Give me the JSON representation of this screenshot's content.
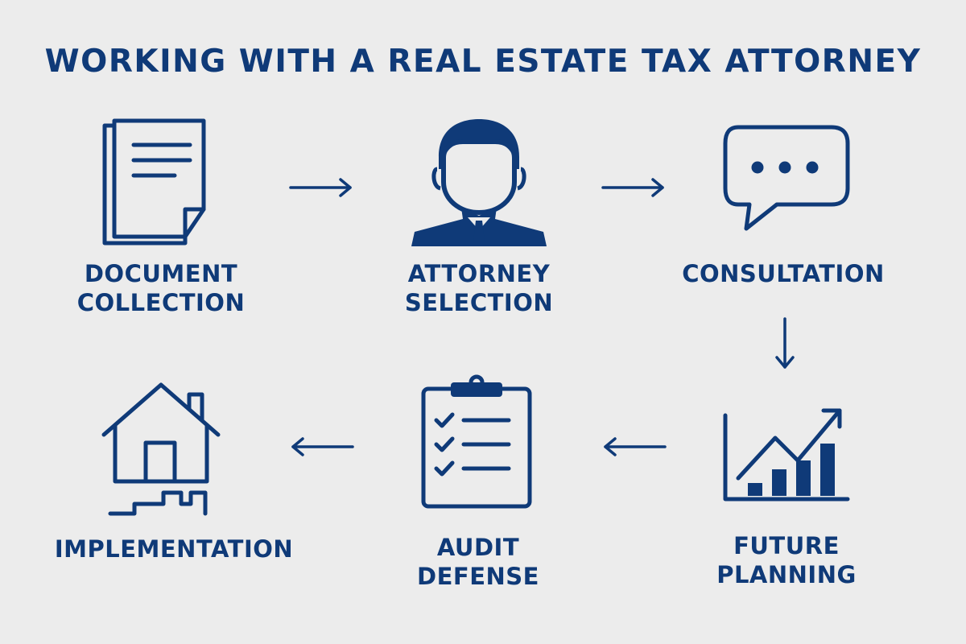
{
  "title": "WORKING WITH A REAL ESTATE TAX ATTORNEY",
  "colors": {
    "primary": "#0f3a78",
    "background": "#ececec"
  },
  "steps": [
    {
      "id": "document-collection",
      "icon": "documents-icon",
      "label_lines": [
        "DOCUMENT",
        "COLLECTION"
      ]
    },
    {
      "id": "attorney-selection",
      "icon": "attorney-person-icon",
      "label_lines": [
        "ATTORNEY",
        "SELECTION"
      ]
    },
    {
      "id": "consultation",
      "icon": "chat-bubble-icon",
      "label_lines": [
        "CONSULTATION"
      ]
    },
    {
      "id": "future-planning",
      "icon": "growth-chart-icon",
      "label_lines": [
        "FUTURE",
        "PLANNING"
      ]
    },
    {
      "id": "audit-defense",
      "icon": "clipboard-checklist-icon",
      "label_lines": [
        "AUDIT",
        "DEFENSE"
      ]
    },
    {
      "id": "implementation",
      "icon": "house-icon",
      "label_lines": [
        "IMPLEMENTATION"
      ]
    }
  ],
  "flow": [
    {
      "from": "document-collection",
      "to": "attorney-selection",
      "direction": "right"
    },
    {
      "from": "attorney-selection",
      "to": "consultation",
      "direction": "right"
    },
    {
      "from": "consultation",
      "to": "future-planning",
      "direction": "down"
    },
    {
      "from": "future-planning",
      "to": "audit-defense",
      "direction": "left"
    },
    {
      "from": "audit-defense",
      "to": "implementation",
      "direction": "left"
    }
  ]
}
